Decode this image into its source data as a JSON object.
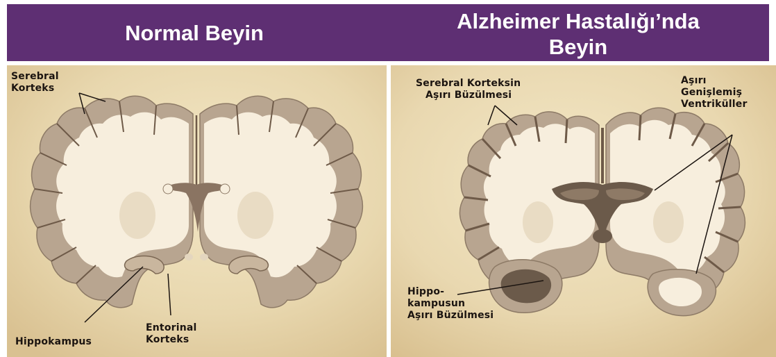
{
  "header": {
    "left_title": "Normal Beyin",
    "right_title_line1": "Alzheimer Hastalığı’nda",
    "right_title_line2": "Beyin"
  },
  "normal_brain": {
    "labels": {
      "cerebral_cortex_line1": "Serebral",
      "cerebral_cortex_line2": "Korteks",
      "hippocampus": "Hippokampus",
      "entorhinal_line1": "Entorinal",
      "entorhinal_line2": "Korteks"
    }
  },
  "alzheimer_brain": {
    "labels": {
      "cortex_shrinkage_line1": "Serebral Korteksin",
      "cortex_shrinkage_line2": "Aşırı Büzülmesi",
      "ventricles_line1": "Aşırı",
      "ventricles_line2": "Genişlemiş",
      "ventricles_line3": "Ventriküller",
      "hippo_shrinkage_line1": "Hippo-",
      "hippo_shrinkage_line2": "kampusun",
      "hippo_shrinkage_line3": "Aşırı Büzülmesi"
    }
  },
  "colors": {
    "header_bg": "#5e2f73",
    "background": "#eadcb8",
    "cortex_gray": "#b8a590",
    "white_matter": "#f7eedd",
    "ventricle": "#6b5a4a",
    "label_text": "#1b1410"
  }
}
